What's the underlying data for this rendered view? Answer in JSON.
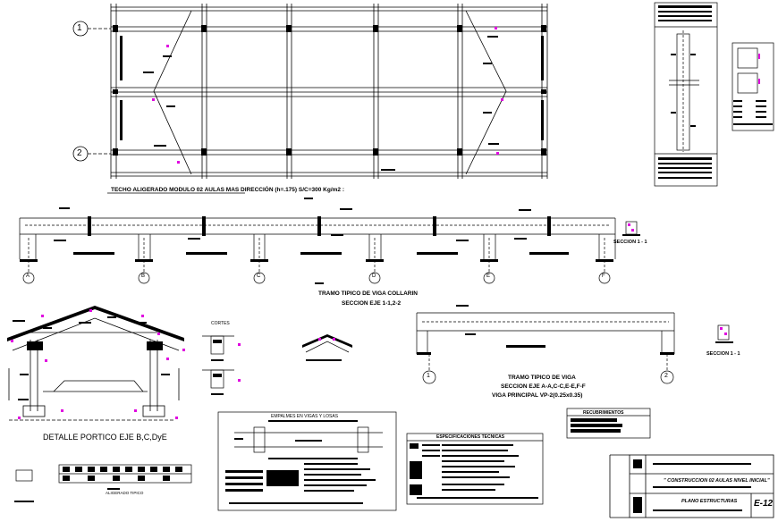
{
  "plan": {
    "title": "TECHO ALIGERADO MODULO 02 AULAS MAS DIRECCIÓN (h=.175) S/C=300 Kg/m2 :",
    "axis_labels": [
      "1",
      "2"
    ]
  },
  "beam_collarin": {
    "axes": [
      "A",
      "B",
      "C",
      "D",
      "E",
      "F"
    ],
    "title": "TRAMO TIPICO DE VIGA COLLARIN",
    "subtitle": "SECCION EJE 1-1,2-2",
    "section_label": "SECCION 1 - 1"
  },
  "portico": {
    "title": "DETALLE PORTICO EJE B,C,DyE",
    "cortes_label": "CORTES",
    "aligerado_label": "ALIGERADO TIPICO"
  },
  "beam_principal": {
    "axes": [
      "1",
      "2"
    ],
    "title": "TRAMO TIPICO DE VIGA",
    "subtitle": "SECCION EJE A-A,C-C,E-E,F-F",
    "subtitle2": "VIGA PRINCIPAL VP-2(0.25x0.35)",
    "section_label": "SECCION 1 - 1"
  },
  "empalmes": {
    "title": "EMPALMES EN VIGAS Y LOSAS"
  },
  "especificaciones": {
    "title": "ESPECIFICACIONES TECNICAS"
  },
  "recubrimientos": {
    "title": "RECUBRIMIENTOS"
  },
  "title_block": {
    "project": "\" CONSTRUCCION 02 AULAS NIVEL INICIAL\"",
    "sheet": "PLANO ESTRUCTURAS",
    "code": "E-12"
  }
}
